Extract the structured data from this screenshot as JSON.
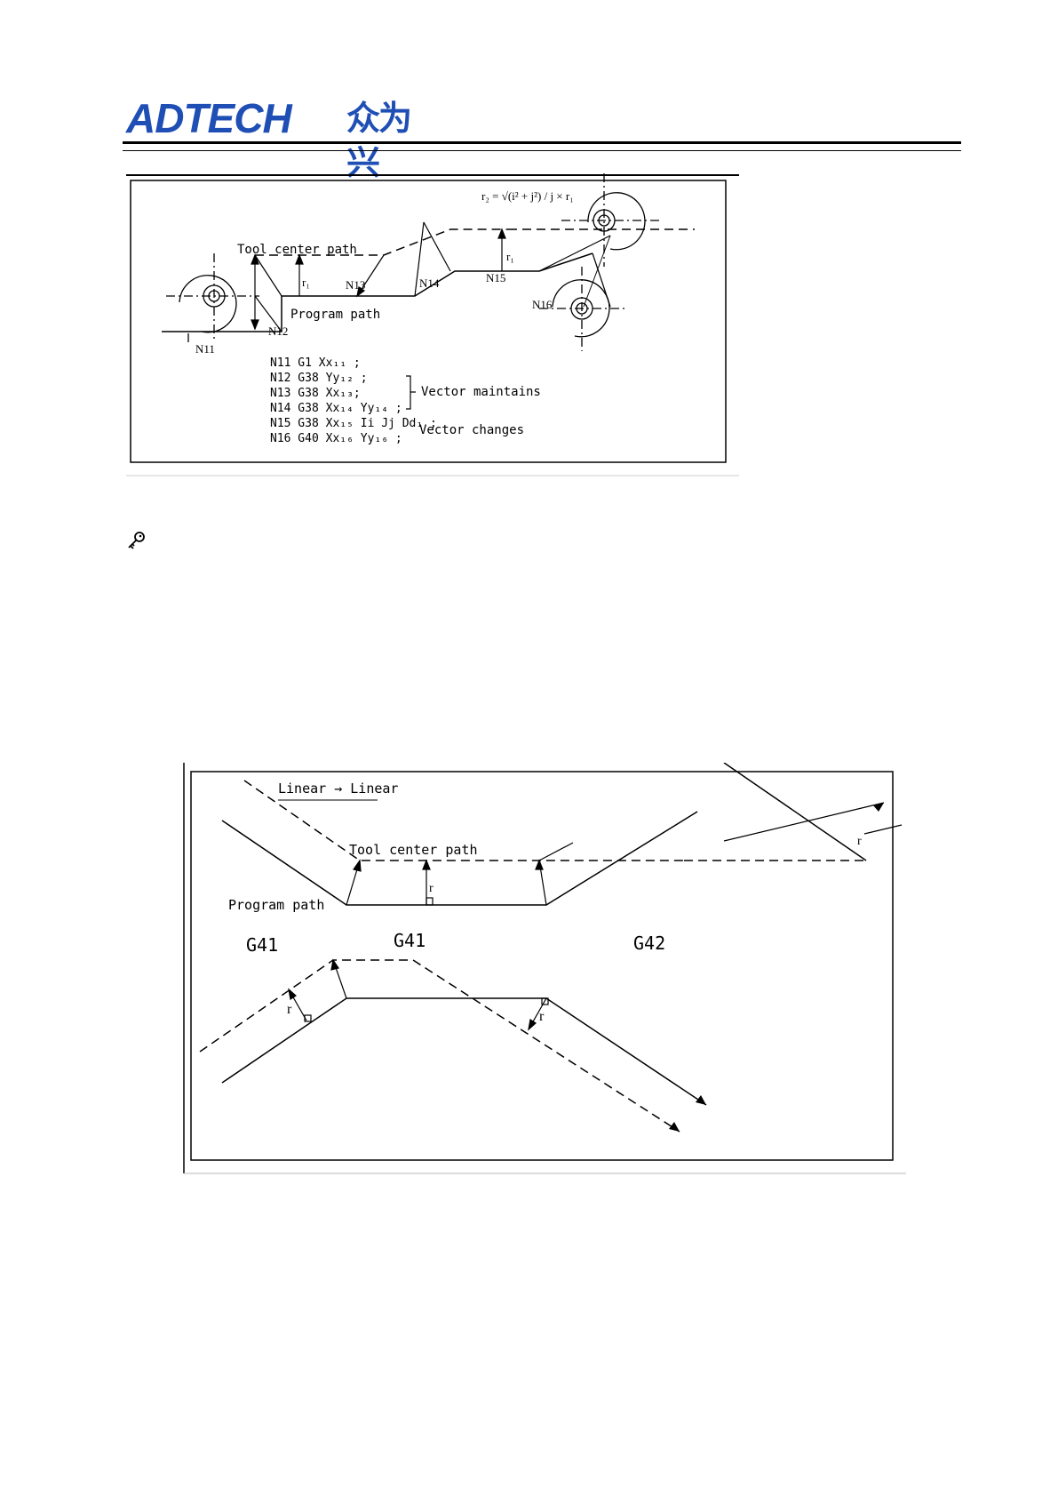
{
  "header": {
    "brand_latin": "ADTECH",
    "brand_cjk": "众为兴",
    "brand_color": "#1f4fb5"
  },
  "figure1": {
    "formula": "r₂ = √(i² + j²) / j × r₁",
    "tool_center_path": "Tool center path",
    "program_path": "Program path",
    "r1": "r₁",
    "labels": {
      "n11": "N11",
      "n12": "N12",
      "n13": "N13",
      "n14": "N14",
      "n15": "N15",
      "n16": "N16"
    },
    "code_lines": [
      "N11 G1 Xx₁₁ ;",
      "N12 G38 Yy₁₂ ;",
      "N13 G38 Xx₁₃;",
      "N14 G38 Xx₁₄ Yy₁₄ ;",
      "N15 G38 Xx₁₅ Ii Jj Dd₁ ;",
      "N16 G40 Xx₁₆ Yy₁₆ ;"
    ],
    "vector_maintains": "Vector maintains",
    "vector_changes": "Vector changes"
  },
  "key_icon": "key-icon",
  "figure2": {
    "title": "Linear → Linear",
    "tool_center_path": "Tool center path",
    "program_path": "Program path",
    "r": "r",
    "g41_left": "G41",
    "g41_mid": "G41",
    "g42": "G42"
  }
}
